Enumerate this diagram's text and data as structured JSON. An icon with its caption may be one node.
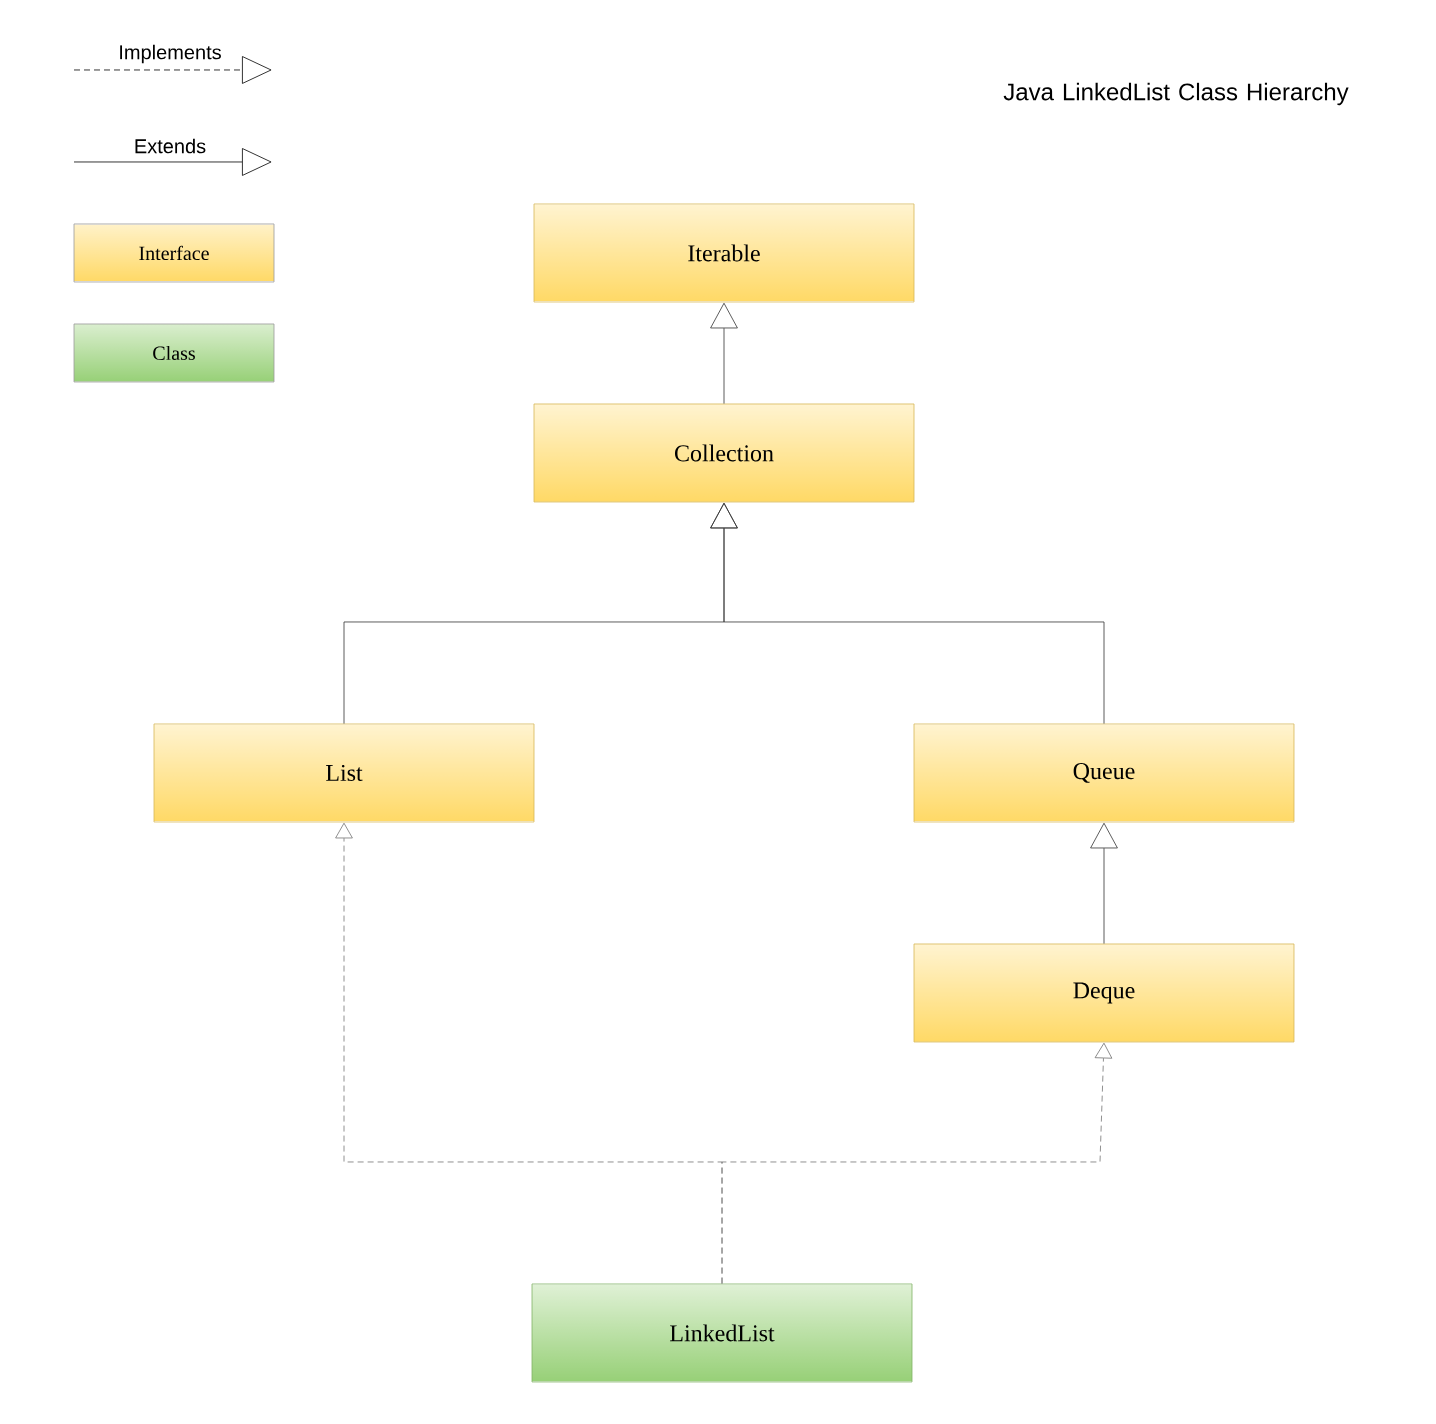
{
  "diagram": {
    "title": "Java LinkedList Class Hierarchy",
    "nodes": [
      {
        "text": [
          "Iterable"
        ]
      },
      {
        "text": [
          "Collection"
        ]
      },
      {
        "text": [
          "List"
        ]
      },
      {
        "text": [
          "Queue"
        ]
      },
      {
        "text": [
          "Deque"
        ]
      },
      {
        "text": [
          "LinkedList"
        ]
      }
    ],
    "edges": [
      {
        "from": 1,
        "to": 0,
        "arrow": "to"
      },
      {
        "from": 2,
        "to": 1,
        "arrow": "to"
      },
      {
        "from": 3,
        "to": 1,
        "arrow": "to"
      },
      {
        "from": 4,
        "to": 3,
        "arrow": "to"
      },
      {
        "from": 5,
        "to": 2,
        "arrow": "to",
        "style": "dashed"
      },
      {
        "from": 5,
        "to": 4,
        "arrow": "to",
        "style": "dashed"
      }
    ],
    "legend": [
      {
        "text": "Implements"
      },
      {
        "text": "Extends"
      },
      {
        "text": "Interface",
        "color": "#ffd966"
      },
      {
        "text": "Class",
        "color": "#97d077"
      }
    ]
  }
}
